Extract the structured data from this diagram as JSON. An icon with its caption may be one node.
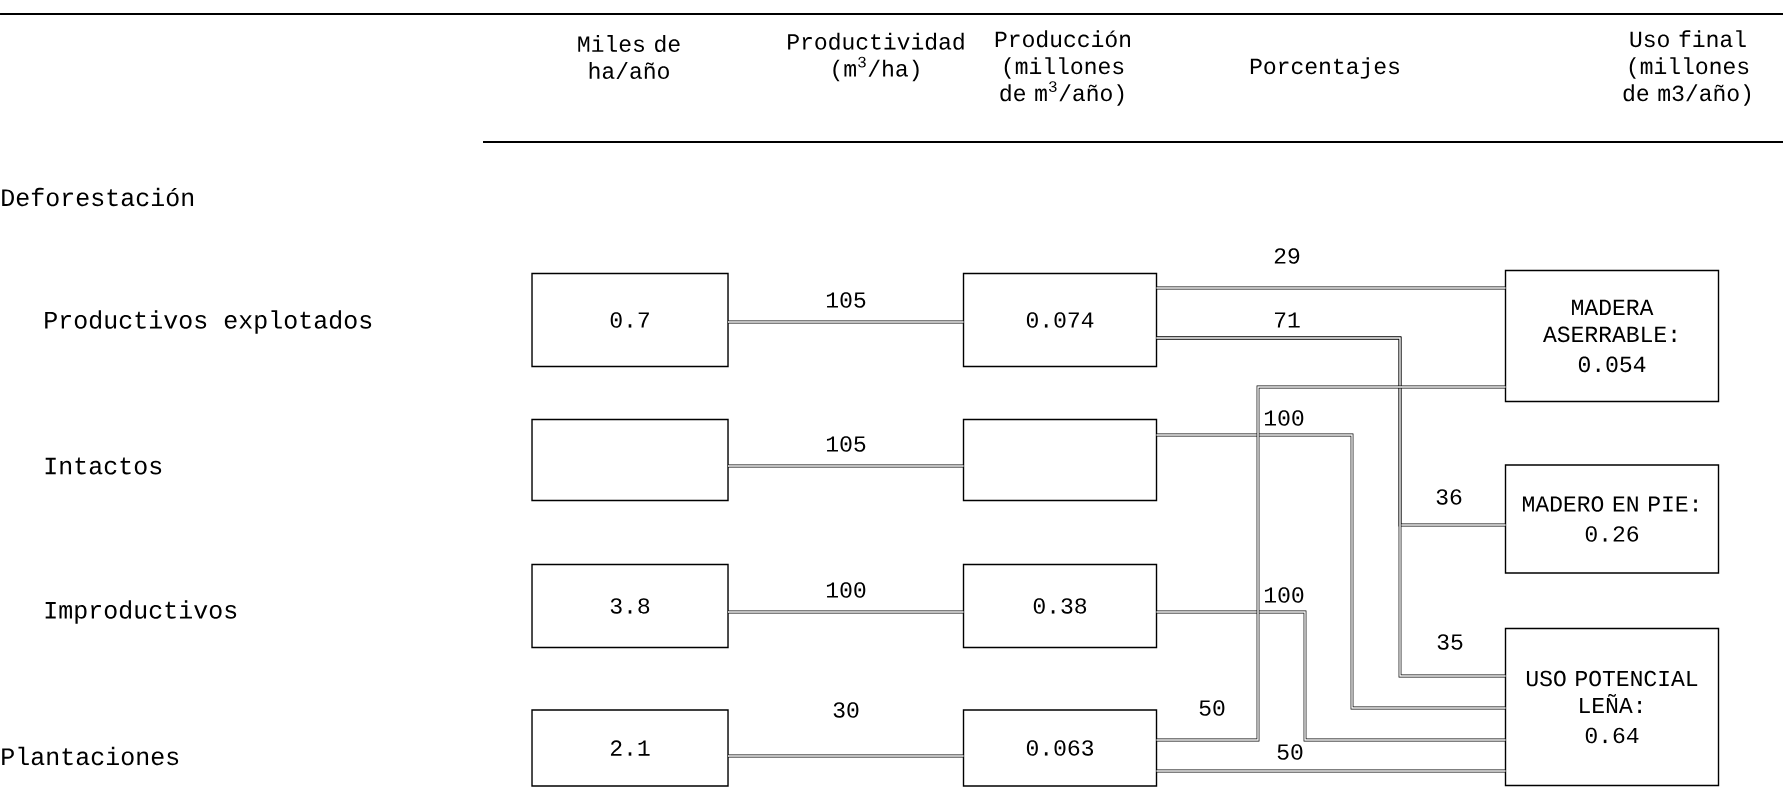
{
  "diagram": {
    "nodes": [
      {
        "text": [
          "0.7"
        ]
      },
      {
        "text": [],
        "shape": "box"
      },
      {
        "text": [
          "3.8"
        ]
      },
      {
        "text": [
          "2.1"
        ]
      },
      {
        "text": [
          "0.074"
        ]
      },
      {
        "text": [],
        "shape": "box"
      },
      {
        "text": [
          "0.38"
        ]
      },
      {
        "text": [
          "0.063"
        ]
      },
      {
        "text": [
          "MADERA ASERRABLE:",
          "0.054"
        ]
      },
      {
        "text": [
          "MADERO EN PIE:",
          "0.26"
        ]
      },
      {
        "text": [
          "USO POTENCIAL LEÑA:",
          "0.64"
        ]
      }
    ],
    "edges": [
      {
        "from": 0,
        "to": 4,
        "arrow": "none",
        "label": "105"
      },
      {
        "from": 1,
        "to": 5,
        "arrow": "none",
        "label": "105"
      },
      {
        "from": 2,
        "to": 6,
        "arrow": "none",
        "label": "100"
      },
      {
        "from": 3,
        "to": 7,
        "arrow": "none",
        "label": "30"
      },
      {
        "from": 4,
        "to": 8,
        "arrow": "none",
        "label": "29"
      },
      {
        "from": 4,
        "to": 9,
        "arrow": "none",
        "label": "36"
      },
      {
        "from": 4,
        "to": 10,
        "arrow": "none",
        "label": "35"
      },
      {
        "from": 5,
        "to": 10,
        "arrow": "none",
        "label": "100"
      },
      {
        "from": 6,
        "to": 10,
        "arrow": "none",
        "label": "100"
      },
      {
        "from": 7,
        "to": 8,
        "arrow": "none",
        "label": "50"
      },
      {
        "from": 7,
        "to": 10,
        "arrow": "none",
        "label": "50"
      }
    ],
    "labels": [
      "Miles de ha/año",
      "Productividad (m$^{3}$/ha)",
      "Producción (millones de m$^{3}$/año)",
      "Porcentajes",
      "Uso final (millones de m3/año)",
      "Deforestación",
      "Productivos explotados",
      "Intactos",
      "Improductivos",
      "Plantaciones",
      "71"
    ]
  }
}
